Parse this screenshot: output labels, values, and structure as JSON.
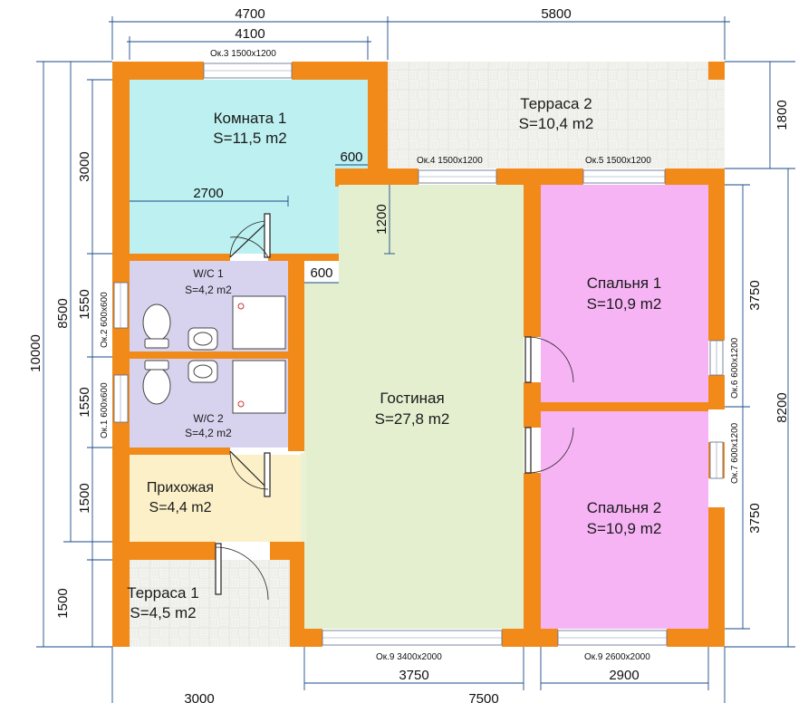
{
  "colors": {
    "wall": "#f28a1a",
    "room1": "#bdf0f0",
    "terrace": "#f2f2ee",
    "wc": "#d7d3ef",
    "hall": "#fbf0c8",
    "living": "#e3efcf",
    "bedroom": "#f7b4f5",
    "dim_line": "#1a4a8a"
  },
  "rooms": {
    "room1": {
      "name": "Комната 1",
      "area": "S=11,5 m2"
    },
    "terrace2": {
      "name": "Терраса 2",
      "area": "S=10,4 m2"
    },
    "wc1": {
      "name": "W/C 1",
      "area": "S=4,2 m2"
    },
    "wc2": {
      "name": "W/C 2",
      "area": "S=4,2 m2"
    },
    "hall": {
      "name": "Прихожая",
      "area": "S=4,4 m2"
    },
    "living": {
      "name": "Гостиная",
      "area": "S=27,8 m2"
    },
    "bedroom1": {
      "name": "Спальня 1",
      "area": "S=10,9 m2"
    },
    "bedroom2": {
      "name": "Спальня 2",
      "area": "S=10,9 m2"
    },
    "terrace1": {
      "name": "Терраса 1",
      "area": "S=4,5 m2"
    }
  },
  "windows": {
    "w3": "Ок.3 1500x1200",
    "w4": "Ок.4 1500x1200",
    "w5": "Ок.5 1500x1200",
    "w2": "Ок.2 600x600",
    "w1": "Ок.1 600x600",
    "w6": "Ок.6 600x1200",
    "w7": "Ок.7 600x1200",
    "w9a": "Ок.9 3400x2000",
    "w9b": "Ок.9 2600x2000"
  },
  "dimensions": {
    "top_left": "4700",
    "top_right": "5800",
    "top_inner": "4100",
    "room1_width": "2700",
    "notch_top": "600",
    "notch_mid": "600",
    "notch_height": "1200",
    "left_3000": "3000",
    "left_1550_a": "1550",
    "left_1550_b": "1550",
    "left_1500_a": "1500",
    "left_1500_b": "1500",
    "left_8500": "8500",
    "left_10000": "10000",
    "right_1800": "1800",
    "right_3750_a": "3750",
    "right_3750_b": "3750",
    "right_8200": "8200",
    "bottom_3750": "3750",
    "bottom_2900": "2900",
    "bottom_3000": "3000",
    "bottom_7500": "7500"
  }
}
